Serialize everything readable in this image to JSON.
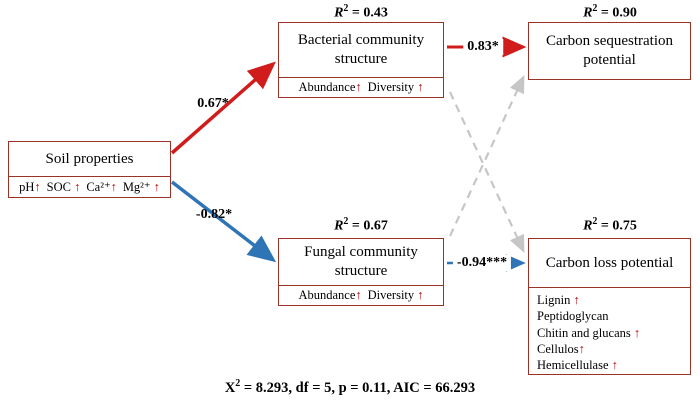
{
  "colors": {
    "box_border": "#993327",
    "red_path": "#d11c1c",
    "blue_path": "#2f74b5",
    "gray_path": "#c6c6c6",
    "up_arrow": "#c00000"
  },
  "nodes": {
    "soil": {
      "title": "Soil properties",
      "items": [
        {
          "label": "pH",
          "arrow": "↑"
        },
        {
          "label": "SOC ",
          "arrow": "↑"
        },
        {
          "label": "Ca²⁺",
          "arrow": "↑"
        },
        {
          "label": "Mg²⁺ ",
          "arrow": "↑"
        }
      ]
    },
    "bacterial": {
      "r2_var": "R",
      "r2_sup": "2",
      "r2_eq": " = 0.43",
      "title": "Bacterial community structure",
      "items": [
        {
          "label": "Abundance",
          "arrow": "↑"
        },
        {
          "label": "Diversity ",
          "arrow": "↑"
        }
      ]
    },
    "carbon_seq": {
      "r2_var": "R",
      "r2_sup": "2",
      "r2_eq": " = 0.90",
      "title": "Carbon sequestration potential"
    },
    "fungal": {
      "r2_var": "R",
      "r2_sup": "2",
      "r2_eq": " = 0.67",
      "title": "Fungal community structure",
      "items": [
        {
          "label": "Abundance",
          "arrow": "↑"
        },
        {
          "label": "Diversity ",
          "arrow": "↑"
        }
      ]
    },
    "carbon_loss": {
      "r2_var": "R",
      "r2_sup": "2",
      "r2_eq": " = 0.75",
      "title": "Carbon loss potential",
      "items": [
        {
          "label": "Lignin ",
          "arrow": "↑"
        },
        {
          "label": "Peptidoglycan",
          "arrow": ""
        },
        {
          "label": "Chitin and glucans ",
          "arrow": "↑"
        },
        {
          "label": "Cellulos",
          "arrow": "↑"
        },
        {
          "label": "Hemicellulase ",
          "arrow": "↑"
        }
      ]
    }
  },
  "paths": {
    "soil_bacterial": {
      "label": "0.67*"
    },
    "soil_fungal": {
      "label": "-0.82*"
    },
    "bacterial_seq": {
      "label": "0.83*"
    },
    "fungal_loss": {
      "label": "-0.94***"
    }
  },
  "fit": {
    "var": "X",
    "sup": "2",
    "rest": " = 8.293, df = 5, p = 0.11, AIC = 66.293"
  }
}
